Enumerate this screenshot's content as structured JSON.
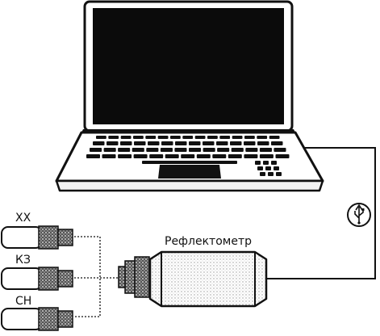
{
  "labels": {
    "device": "Рефлектометр",
    "open_load": "ХХ",
    "short_load": "КЗ",
    "matched_load": "СН"
  },
  "icons": {
    "usb": "usb-icon",
    "laptop": "laptop",
    "reflectometer": "reflectometer-device",
    "calibration_load": "calibration-load"
  },
  "colors": {
    "line": "#111111",
    "screen": "#0b0b0b",
    "body_fill": "#ffffff"
  }
}
